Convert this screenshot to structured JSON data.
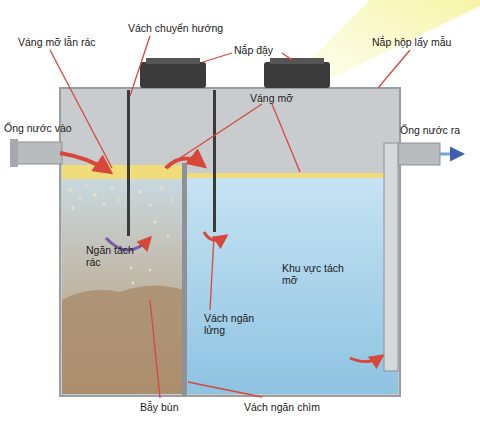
{
  "diagram": {
    "labels": [
      "Vách chuyển hướng",
      "Nắp đậy",
      "Váng mỡ lẫn rác",
      "Nắp hộp lấy mẫu",
      "Váng mỡ",
      "Ống nước vào",
      "Ống nước ra",
      "Ngăn tách rác",
      "Khu vực tách mỡ",
      "Vách ngăn lửng",
      "Bẫy bùn",
      "Vách ngăn chìm"
    ]
  }
}
